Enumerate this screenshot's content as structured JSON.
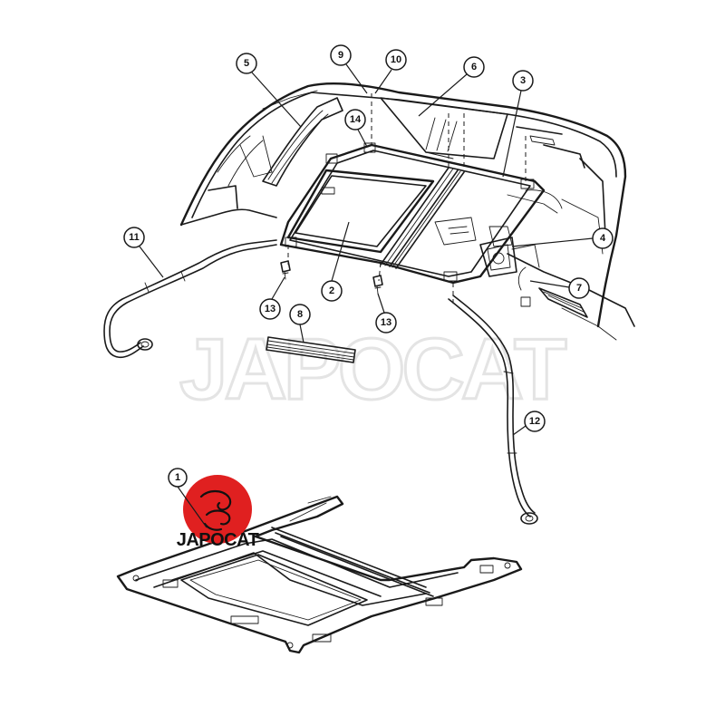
{
  "watermark": "JAPOCAT",
  "logo": {
    "text": "JAPOCAT",
    "color": "#e02020"
  },
  "callouts": [
    {
      "number": "1"
    },
    {
      "number": "2"
    },
    {
      "number": "3"
    },
    {
      "number": "4"
    },
    {
      "number": "5"
    },
    {
      "number": "6"
    },
    {
      "number": "7"
    },
    {
      "number": "8"
    },
    {
      "number": "9"
    },
    {
      "number": "10"
    },
    {
      "number": "11"
    },
    {
      "number": "12"
    },
    {
      "number": "13"
    },
    {
      "number": "13"
    },
    {
      "number": "14"
    }
  ]
}
